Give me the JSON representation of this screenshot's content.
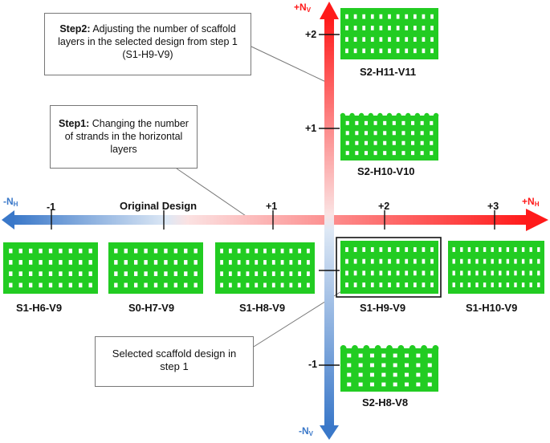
{
  "axes": {
    "pos_nv": {
      "sign": "+N",
      "sub": "V"
    },
    "neg_nv": {
      "sign": "-N",
      "sub": "V"
    },
    "pos_nh": {
      "sign": "+N",
      "sub": "H"
    },
    "neg_nh": {
      "sign": "-N",
      "sub": "H"
    },
    "h_ticks": [
      "-1",
      "+1",
      "+2",
      "+3"
    ],
    "v_ticks": [
      "+2",
      "+1",
      "-1"
    ],
    "origin_label": "Original Design"
  },
  "callouts": {
    "step2": {
      "bold": "Step2:",
      "text": " Adjusting the number of scaffold layers in the selected design from step 1 (S1-H9-V9)"
    },
    "step1": {
      "bold": "Step1:",
      "text": " Changing the number of strands in the horizontal layers"
    },
    "selected": {
      "text": "Selected scaffold design in step 1"
    }
  },
  "designs": {
    "s1_h6_v9": "S1-H6-V9",
    "s0_h7_v9": "S0-H7-V9",
    "s1_h8_v9": "S1-H8-V9",
    "s1_h9_v9": "S1-H9-V9",
    "s1_h10_v9": "S1-H10-V9",
    "s2_h10_v10": "S2-H10-V10",
    "s2_h11_v11": "S2-H11-V11",
    "s2_h8_v8": "S2-H8-V8"
  },
  "colors": {
    "scaffold": "#22cc22",
    "axis_pos": "#ff1a1a",
    "axis_neg": "#3a78c9"
  }
}
